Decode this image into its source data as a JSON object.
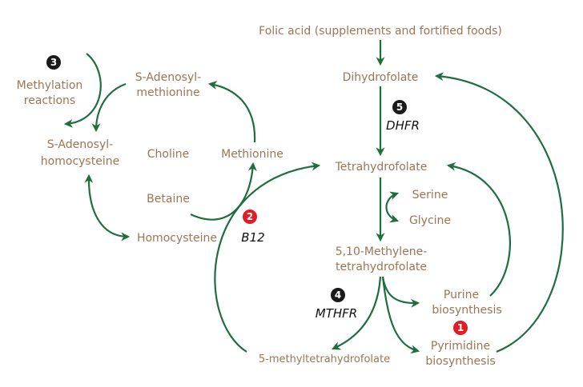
{
  "colors": {
    "text": "#9b7653",
    "arrow": "#1f6e3e",
    "badge_dark": "#1a1a1a",
    "badge_red": "#e31b23"
  },
  "nodes": {
    "folic_acid": "Folic acid (supplements and fortified foods)",
    "dihydrofolate": "Dihydrofolate",
    "tetrahydrofolate": "Tetrahydrofolate",
    "serine": "Serine",
    "glycine": "Glycine",
    "methylene_thf": [
      "5,10-Methylene-",
      "tetrahydrofolate"
    ],
    "purine": [
      "Purine",
      "biosynthesis"
    ],
    "pyrimidine": [
      "Pyrimidine",
      "biosynthesis"
    ],
    "methyl_thf": "5-methyltetrahydrofolate",
    "methylation": [
      "Methylation",
      "reactions"
    ],
    "sam": [
      "S-Adenosyl-",
      "methionine"
    ],
    "sah": [
      "S-Adenosyl-",
      "homocysteine"
    ],
    "choline": "Choline",
    "methionine": "Methionine",
    "betaine": "Betaine",
    "homocysteine": "Homocysteine"
  },
  "enzymes": {
    "dhfr": "DHFR",
    "mthfr": "MTHFR",
    "b12": "B12"
  },
  "badges": {
    "b1": "1",
    "b2": "2",
    "b3": "3",
    "b4": "4",
    "b5": "5"
  }
}
